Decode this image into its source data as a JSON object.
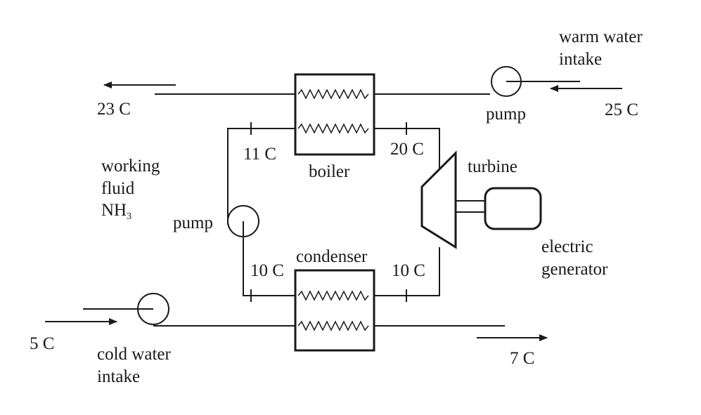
{
  "labels": {
    "warm_water_intake": [
      "warm water",
      "intake"
    ],
    "pump_warm": "pump",
    "temp_25": "25 C",
    "temp_23": "23 C",
    "temp_11": "11 C",
    "temp_20": "20 C",
    "boiler": "boiler",
    "turbine": "turbine",
    "working_fluid": [
      "working",
      "fluid"
    ],
    "nh3_main": "NH",
    "nh3_sub": "3",
    "pump_loop": "pump",
    "electric_generator": [
      "electric",
      "generator"
    ],
    "temp_10_left": "10 C",
    "condenser": "condenser",
    "temp_10_right": "10 C",
    "temp_5": "5 C",
    "cold_water_intake": [
      "cold water",
      "intake"
    ],
    "temp_7": "7 C"
  }
}
